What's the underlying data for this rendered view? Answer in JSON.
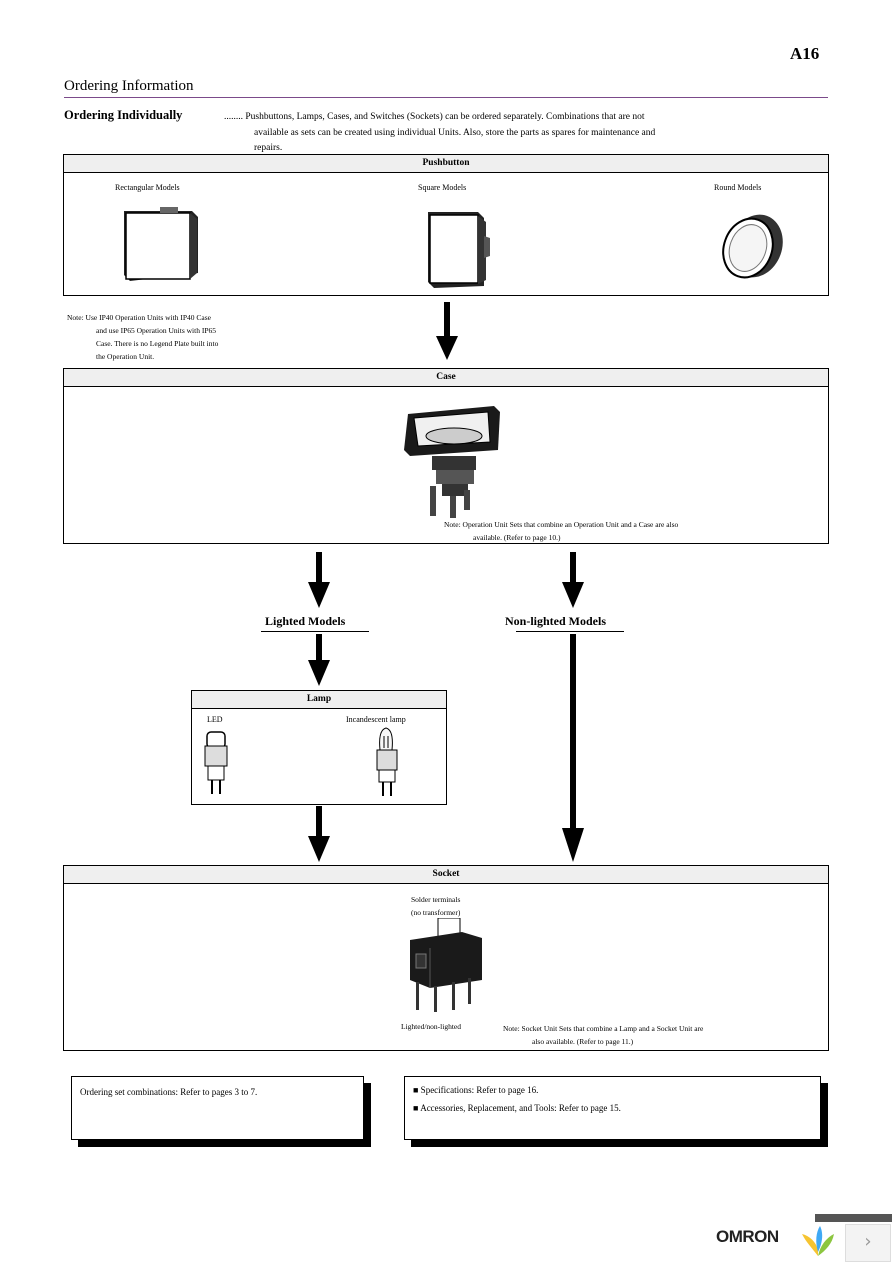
{
  "page_code": "A16",
  "section_title": "Ordering Information",
  "ordering_individually": {
    "label": "Ordering Individually",
    "desc_line1": "........ Pushbuttons, Lamps, Cases, and Switches (Sockets) can be ordered separately. Combinations that are not",
    "desc_line2": "available as sets can be created using individual Units. Also, store the parts as spares for maintenance and",
    "desc_line3": "repairs."
  },
  "pushbutton": {
    "title": "Pushbutton",
    "models": [
      "Rectangular Models",
      "Square Models",
      "Round Models"
    ]
  },
  "ip_note": {
    "line1": "Note: Use IP40 Operation Units with IP40 Case",
    "line2": "and use IP65 Operation Units with IP65",
    "line3": "Case. There is no Legend Plate built into",
    "line4": "the Operation Unit."
  },
  "case": {
    "title": "Case",
    "note_line1": "Note: Operation Unit Sets that combine an Operation Unit and a Case are also",
    "note_line2": "available. (Refer to page 10.)"
  },
  "flow": {
    "lighted": "Lighted Models",
    "non_lighted": "Non-lighted Models"
  },
  "lamp": {
    "title": "Lamp",
    "led": "LED",
    "incandescent": "Incandescent lamp"
  },
  "socket": {
    "title": "Socket",
    "solder_line1": "Solder terminals",
    "solder_line2": "(no transformer)",
    "caption": "Lighted/non-lighted",
    "note_line1": "Note: Socket Unit Sets that combine a Lamp and a Socket Unit are",
    "note_line2": "also available. (Refer to page 11.)"
  },
  "refs": {
    "left": "Ordering set combinations: Refer to pages 3 to 7.",
    "right1": "■ Specifications: Refer to page 16.",
    "right2": "■ Accessories, Replacement, and Tools: Refer to page 15."
  },
  "logo": "OMRON",
  "nav": {
    "next_glyph": "›"
  },
  "colors": {
    "rule": "#7b4a8a",
    "header_fill": "#efefef",
    "nav_bar": "#555555"
  }
}
